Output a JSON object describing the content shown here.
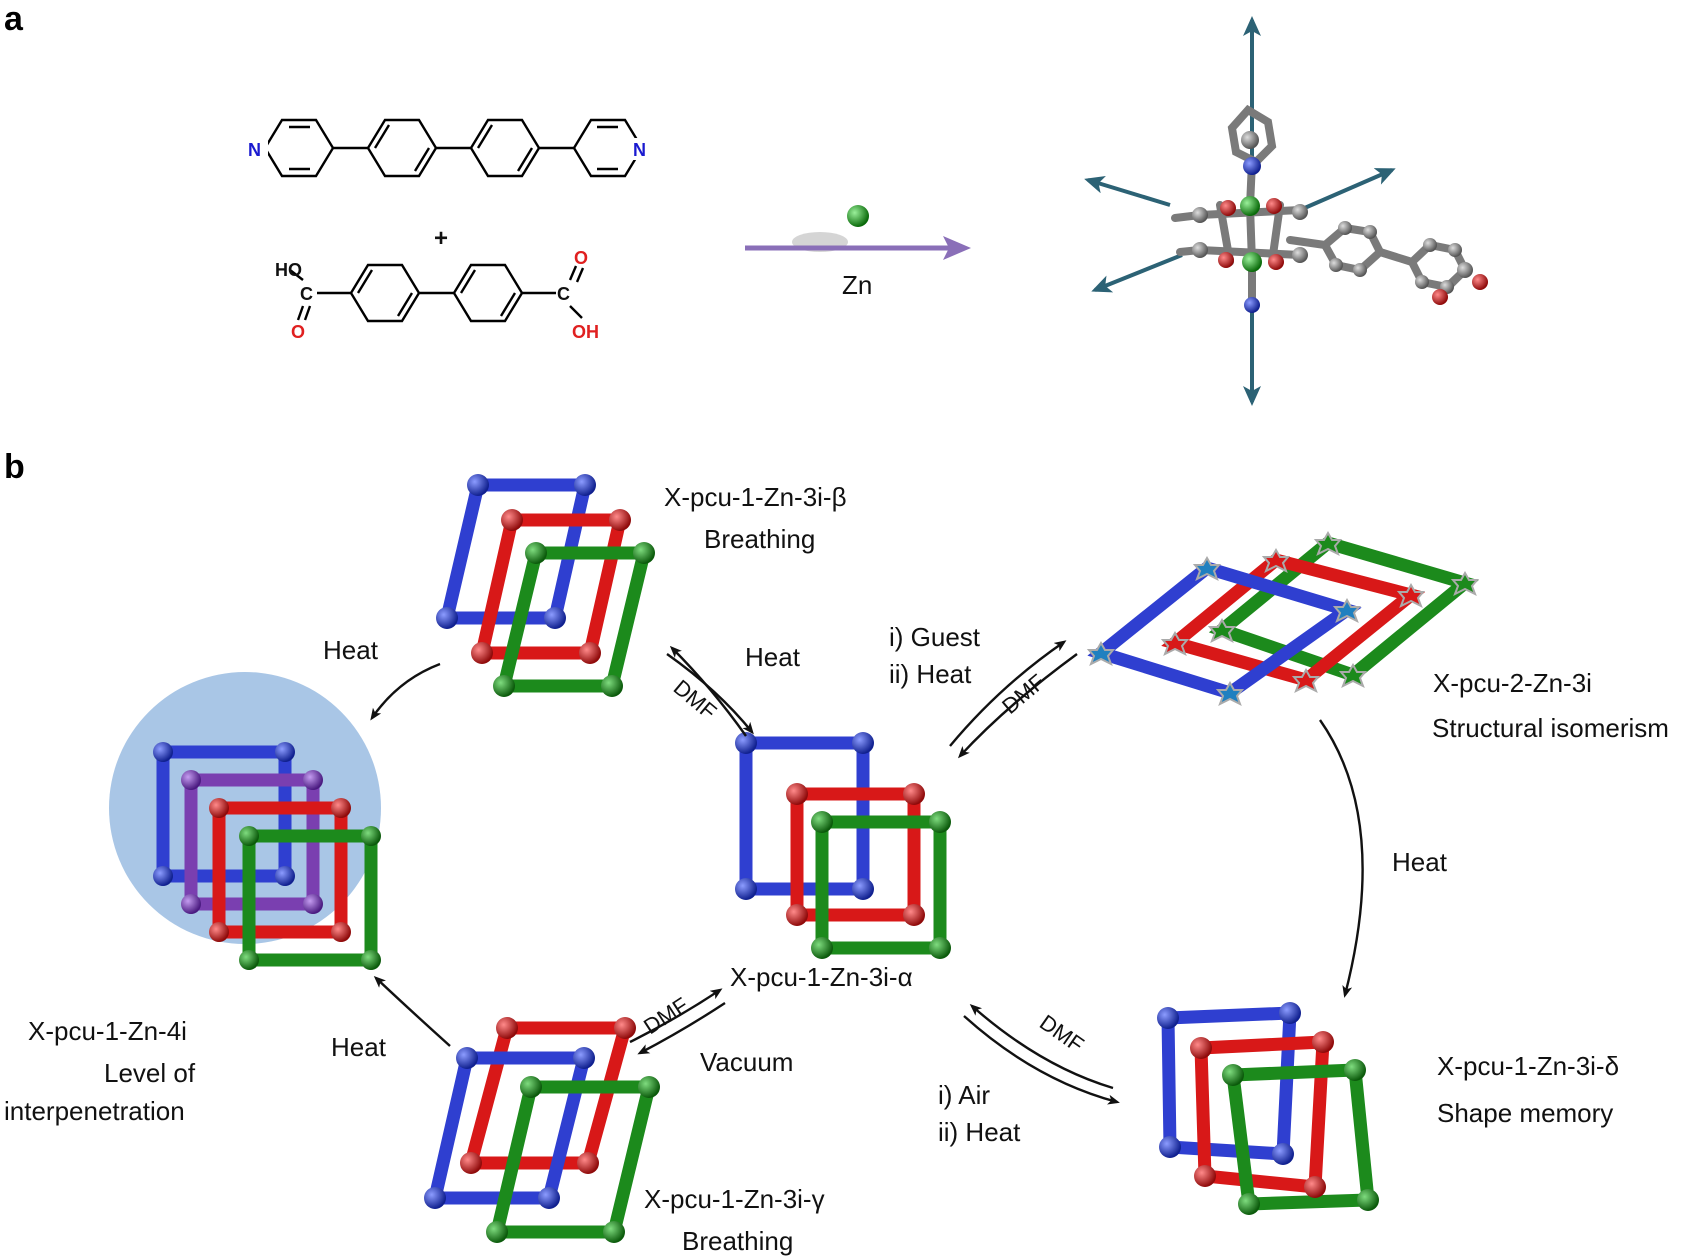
{
  "panels": {
    "a": "a",
    "b": "b"
  },
  "panel_a": {
    "plus": "+",
    "atom_N": "N",
    "atom_O": "O",
    "atom_C": "C",
    "atom_HO": "HO",
    "atom_OH": "OH",
    "atom_H": "H",
    "zn_label": "Zn"
  },
  "panel_b": {
    "beta": {
      "name": "X-pcu-1-Zn-3i-β",
      "desc": "Breathing",
      "color": "#f08a30"
    },
    "alpha": {
      "name": "X-pcu-1-Zn-3i-α",
      "color": "#2222dd"
    },
    "gamma": {
      "name": "X-pcu-1-Zn-3i-γ",
      "desc": "Breathing",
      "color": "#e01818"
    },
    "delta": {
      "name": "X-pcu-1-Zn-3i-δ",
      "desc": "Shape memory",
      "color": "#8b1010"
    },
    "isomer": {
      "name": "X-pcu-2-Zn-3i",
      "desc": "Structural isomerism",
      "color": "#a020c0"
    },
    "four_i": {
      "name": "X-pcu-1-Zn-4i",
      "desc1": "Level of",
      "desc2": "interpenetration",
      "color": "#1c8a1c"
    },
    "arrows": {
      "heat_beta_to_4i": "Heat",
      "heat_alpha_to_beta": "Heat",
      "dmf_beta_to_alpha": "DMF",
      "guest_1": "i) Guest",
      "guest_2": "ii) Heat",
      "dmf_isomer": "DMF",
      "heat_isomer_to_delta": "Heat",
      "heat_gamma_to_4i": "Heat",
      "dmf_gamma": "DMF",
      "vacuum": "Vacuum",
      "dmf_delta": "DMF",
      "air_1": "i) Air",
      "air_2": "ii) Heat"
    }
  }
}
